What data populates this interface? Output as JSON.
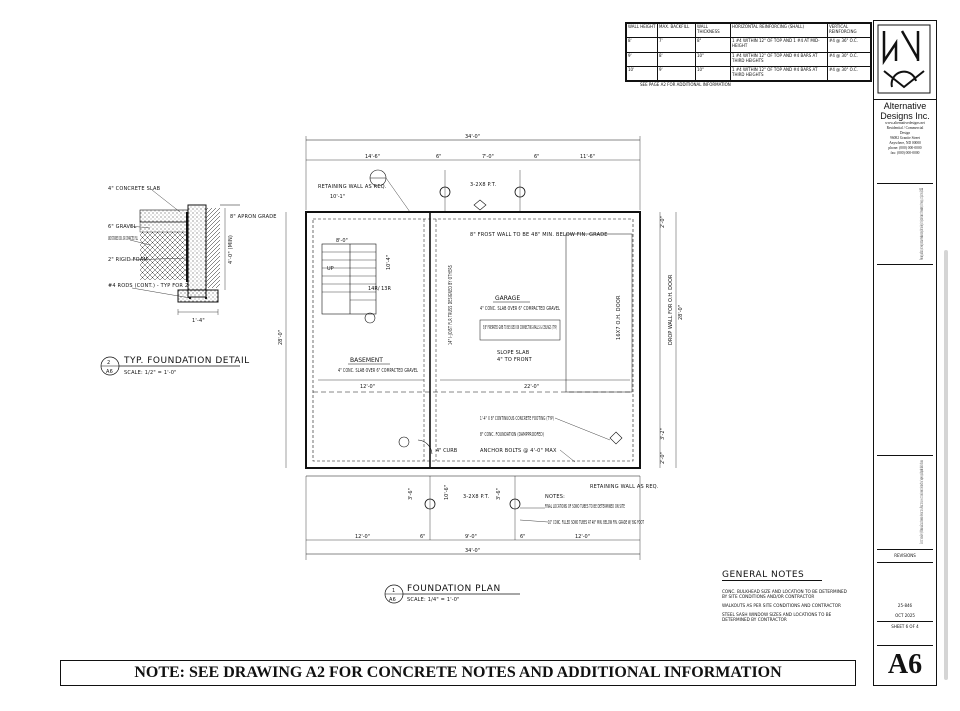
{
  "schedule": {
    "headers": [
      "WALL HEIGHT",
      "MAX. BACKFILL",
      "WALL THICKNESS",
      "HORIZONTAL REINFORCING (SHALL)",
      "VERTICAL REINFORCING"
    ],
    "rows": [
      [
        "8'",
        "7'",
        "8\"",
        "1 #4 WITHIN 12\" OF TOP AND 1 #4 AT MID-HEIGHT",
        "#4 @ 36\" O.C."
      ],
      [
        "9'",
        "8'",
        "10\"",
        "1 #4 WITHIN 12\" OF TOP AND #4 BARS AT THIRD HEIGHTS",
        "#4 @ 30\" O.C."
      ],
      [
        "10'",
        "9'",
        "10\"",
        "1 #4 WITHIN 12\" OF TOP AND #4 BARS AT THIRD HEIGHTS",
        "#4 @ 30\" O.C."
      ]
    ],
    "note": "SEE PAGE A2 FOR ADDITIONAL INFORMATION"
  },
  "firm": {
    "name1": "Alternative",
    "name2": "Designs Inc.",
    "line1": "www.alternativedesigns.net",
    "line2": "Residential / Commercial",
    "line3": "Design",
    "line4": "96082 Granite Street",
    "line5": "Anywhere, ND 00000",
    "line6": "phone: (000) 000-0000",
    "line7": "fax: (000) 000-0000"
  },
  "copyright": "These drawings, specifications, and the design concepts are the exclusive property of Alternative Designs Inc. Any form of reproduction of these documents, or of the designs, is strictly prohibited. ADI, © 2025",
  "contractor_note": "Contractor to check & verify all dimensions & structural members before construction. All construction to be in strict compliance with the latest edition of the governing building code and local ordinances.",
  "revisions_label": "REVISIONS",
  "job_no": "25-846",
  "date": "OCT 2025",
  "sheet_of": "SHEET 6 OF 4",
  "sheet_id": "A6",
  "banner": "NOTE: SEE DRAWING A2 FOR CONCRETE NOTES AND ADDITIONAL INFORMATION",
  "general_notes": {
    "title": "GENERAL NOTES",
    "items": [
      "CONC. BULKHEAD SIZE AND LOCATION TO BE DETERMINED BY SITE CONDITIONS AND/OR CONTRACTOR",
      "WALKOUTS AS PER SITE CONDITIONS AND CONTRACTOR",
      "STEEL SASH WINDOW SIZES AND LOCATIONS TO BE DETERMINED BY CONTRACTOR"
    ]
  },
  "detail": {
    "title": "TYP. FOUNDATION DETAIL",
    "scale": "SCALE: 1/2\" = 1'-0\"",
    "num": "2",
    "sheet": "A6",
    "labels": [
      "4\" CONCRETE SLAB",
      "6\" GRAVEL",
      "UNDISTURBED SOIL OR COMPACTED FILL",
      "2\" RIGID FOAM",
      "#4 RODS (CONT.) - TYP FOR 2",
      "8\" APRON GRADE",
      "4'-0\" (MIN)",
      "1'-4\""
    ]
  },
  "plan": {
    "title": "FOUNDATION PLAN",
    "scale": "SCALE: 1/4\" = 1'-0\"",
    "num": "1",
    "sheet": "A6",
    "overall": "34'-0\"",
    "top_dims": [
      "14'-6\"",
      "6\"",
      "7'-0\"",
      "6\"",
      "11'-6\""
    ],
    "bot_dims": [
      "12'-0\"",
      "6\"",
      "9'-0\"",
      "6\"",
      "12'-0\""
    ],
    "retaining_top": "RETAINING WALL AS REQ.",
    "retaining_top2": "10'-1\"",
    "posts_top": "3-2X8 P.T.",
    "frost": "8\" FROST WALL TO BE 48\" MIN. BELOW FIN. GRADE",
    "garage": "GARAGE",
    "garage_slab": "4\" CONC. SLAB OVER 6\" COMPACTED GRAVEL",
    "firerated": "5/8\" FIRERATED GWB TO BE USED ON CONNECTING WALLS & CEILINGS (TYP)",
    "slope": "SLOPE SLAB",
    "slope2": "4\" TO FRONT",
    "garage_dim": "22'-0\"",
    "basement": "BASEMENT",
    "basement_slab": "4\" CONC. SLAB OVER 6\" COMPACTED GRAVEL",
    "floor_truss": "14\" I-JOIST FLR TRUSS DESIGNED BY OTHERS",
    "garage_door": "16X7 O.H. DOOR",
    "footing": "1'-4\" X 8\" CONTINUOUS CONCRETE FOOTING (TYP)",
    "foundation": "8\" CONC. FOUNDATION (DAMPPROOFED)",
    "anchor": "ANCHOR BOLTS @ 4'-0\" MAX",
    "retaining_bot": "RETAINING WALL AS REQ.",
    "notes_label": "NOTES:",
    "notes1": "FINAL LOCATIONS OF SONO TUBES TO BE DETERMINED ON SITE",
    "notes2": "10\" CONC. FILLED SONO TUBES AT 48\" MIN. BELOW FIN. GRADE W/ BIG FOOT",
    "posts_bot": "3-2X8 P.T.",
    "left_dim": "28'-0\"",
    "right_dim": "28'-0\"",
    "drop_wall": "DROP WALL FOR O.H. DOOR",
    "stair_w": "8'-0\"",
    "stair_h": "10'-4\"",
    "stair_up": "UP",
    "stair_label": "14R/ 13R",
    "bas_dim": "12'-0\"",
    "curb": "4\" CURB",
    "right_dims": [
      "2'-0\"",
      "3'-2\"",
      "2'-0\""
    ],
    "side_dims": [
      "3'-6\"",
      "10'-6\"",
      "3'-6\""
    ]
  }
}
